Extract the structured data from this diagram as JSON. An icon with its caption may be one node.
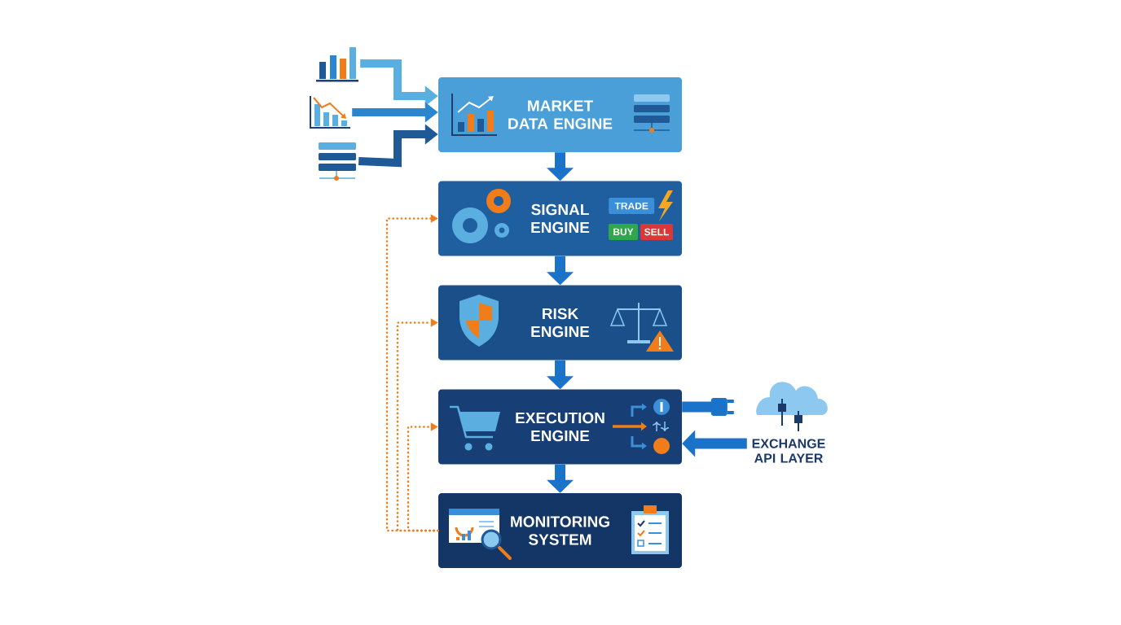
{
  "diagram": {
    "nodes": [
      {
        "text": [],
        "shape": "picture"
      },
      {
        "text": [],
        "shape": "picture"
      },
      {
        "text": [],
        "shape": "picture"
      },
      {
        "text": [
          "MARKET DATA ENGINE"
        ]
      },
      {
        "text": [
          "SIGNAL ENGINE"
        ]
      },
      {
        "text": [
          "RISK ENGINE"
        ]
      },
      {
        "text": [
          "EXECUTION ENGINE"
        ]
      },
      {
        "text": [
          "MONITORING SYSTEM"
        ]
      },
      {
        "text": [
          "EXCHANGE API LAYER"
        ]
      }
    ],
    "edges": [
      {
        "from": 0,
        "to": 3,
        "arrow": "to",
        "color": "#5aaee0"
      },
      {
        "from": 1,
        "to": 3,
        "arrow": "to",
        "color": "#2a86d0"
      },
      {
        "from": 2,
        "to": 3,
        "arrow": "to",
        "color": "#1f5a96"
      },
      {
        "from": 3,
        "to": 4,
        "arrow": "to"
      },
      {
        "from": 4,
        "to": 5,
        "arrow": "to"
      },
      {
        "from": 5,
        "to": 6,
        "arrow": "to"
      },
      {
        "from": 6,
        "to": 7,
        "arrow": "to"
      },
      {
        "from": 7,
        "to": 4,
        "arrow": "to",
        "style": "dashed",
        "color": "#f07d1a"
      },
      {
        "from": 7,
        "to": 5,
        "arrow": "to",
        "style": "dashed",
        "color": "#f07d1a"
      },
      {
        "from": 7,
        "to": 6,
        "arrow": "to",
        "style": "dashed",
        "color": "#f07d1a"
      },
      {
        "from": 6,
        "to": 8,
        "arrow": "other"
      },
      {
        "from": 8,
        "to": 6,
        "arrow": "to"
      }
    ],
    "labels": [
      "TRADE",
      "BUY",
      "SELL"
    ]
  }
}
